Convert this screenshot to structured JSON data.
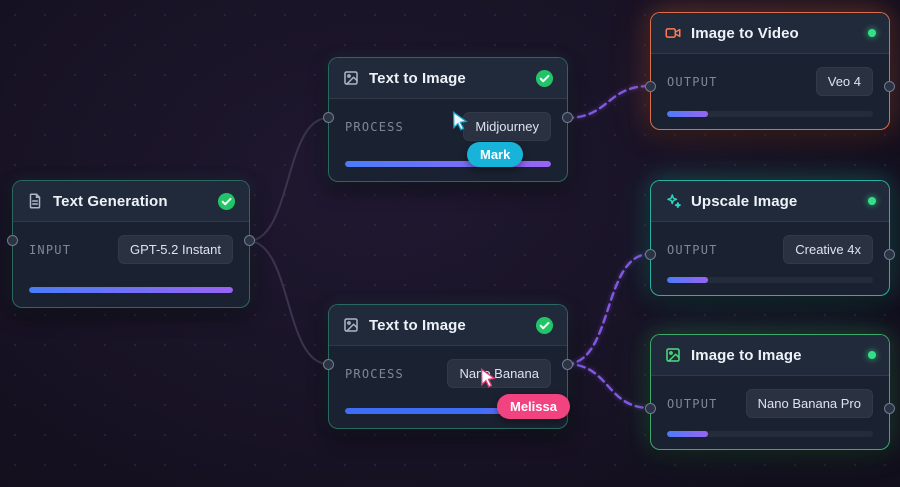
{
  "nodes": [
    {
      "id": "text-generation",
      "title": "Text Generation",
      "status": "complete",
      "field": {
        "label": "INPUT",
        "value": "GPT-5.2 Instant"
      },
      "progress": 100
    },
    {
      "id": "text-to-image-top",
      "title": "Text to Image",
      "status": "complete",
      "field": {
        "label": "PROCESS",
        "value": "Midjourney"
      },
      "progress": 100
    },
    {
      "id": "text-to-image-bottom",
      "title": "Text to Image",
      "status": "complete",
      "field": {
        "label": "PROCESS",
        "value": "Nano Banana"
      },
      "progress": 96
    },
    {
      "id": "image-to-video",
      "title": "Image to Video",
      "status": "active",
      "accent": "#ff7a50",
      "field": {
        "label": "OUTPUT",
        "value": "Veo 4"
      },
      "progress": 20
    },
    {
      "id": "upscale-image",
      "title": "Upscale Image",
      "status": "active",
      "accent": "#2dd4bf",
      "field": {
        "label": "OUTPUT",
        "value": "Creative 4x"
      },
      "progress": 20
    },
    {
      "id": "image-to-image",
      "title": "Image to Image",
      "status": "active",
      "accent": "#4ade80",
      "field": {
        "label": "OUTPUT",
        "value": "Nano Banana Pro"
      },
      "progress": 20
    }
  ],
  "cursors": [
    {
      "name": "Mark",
      "color": "#17b3d9"
    },
    {
      "name": "Melissa",
      "color": "#f0437f"
    }
  ],
  "edges": [
    {
      "from": "text-generation",
      "to": "text-to-image-top",
      "style": "solid"
    },
    {
      "from": "text-generation",
      "to": "text-to-image-bottom",
      "style": "solid"
    },
    {
      "from": "text-to-image-top",
      "to": "image-to-video",
      "style": "dashed"
    },
    {
      "from": "text-to-image-bottom",
      "to": "upscale-image",
      "style": "dashed"
    },
    {
      "from": "text-to-image-bottom",
      "to": "image-to-image",
      "style": "dashed"
    }
  ],
  "colors": {
    "edge_dashed": "#8a5cf0",
    "progress_start": "#4a7df8",
    "progress_end": "#9a63f5",
    "status_green": "#33e089"
  }
}
